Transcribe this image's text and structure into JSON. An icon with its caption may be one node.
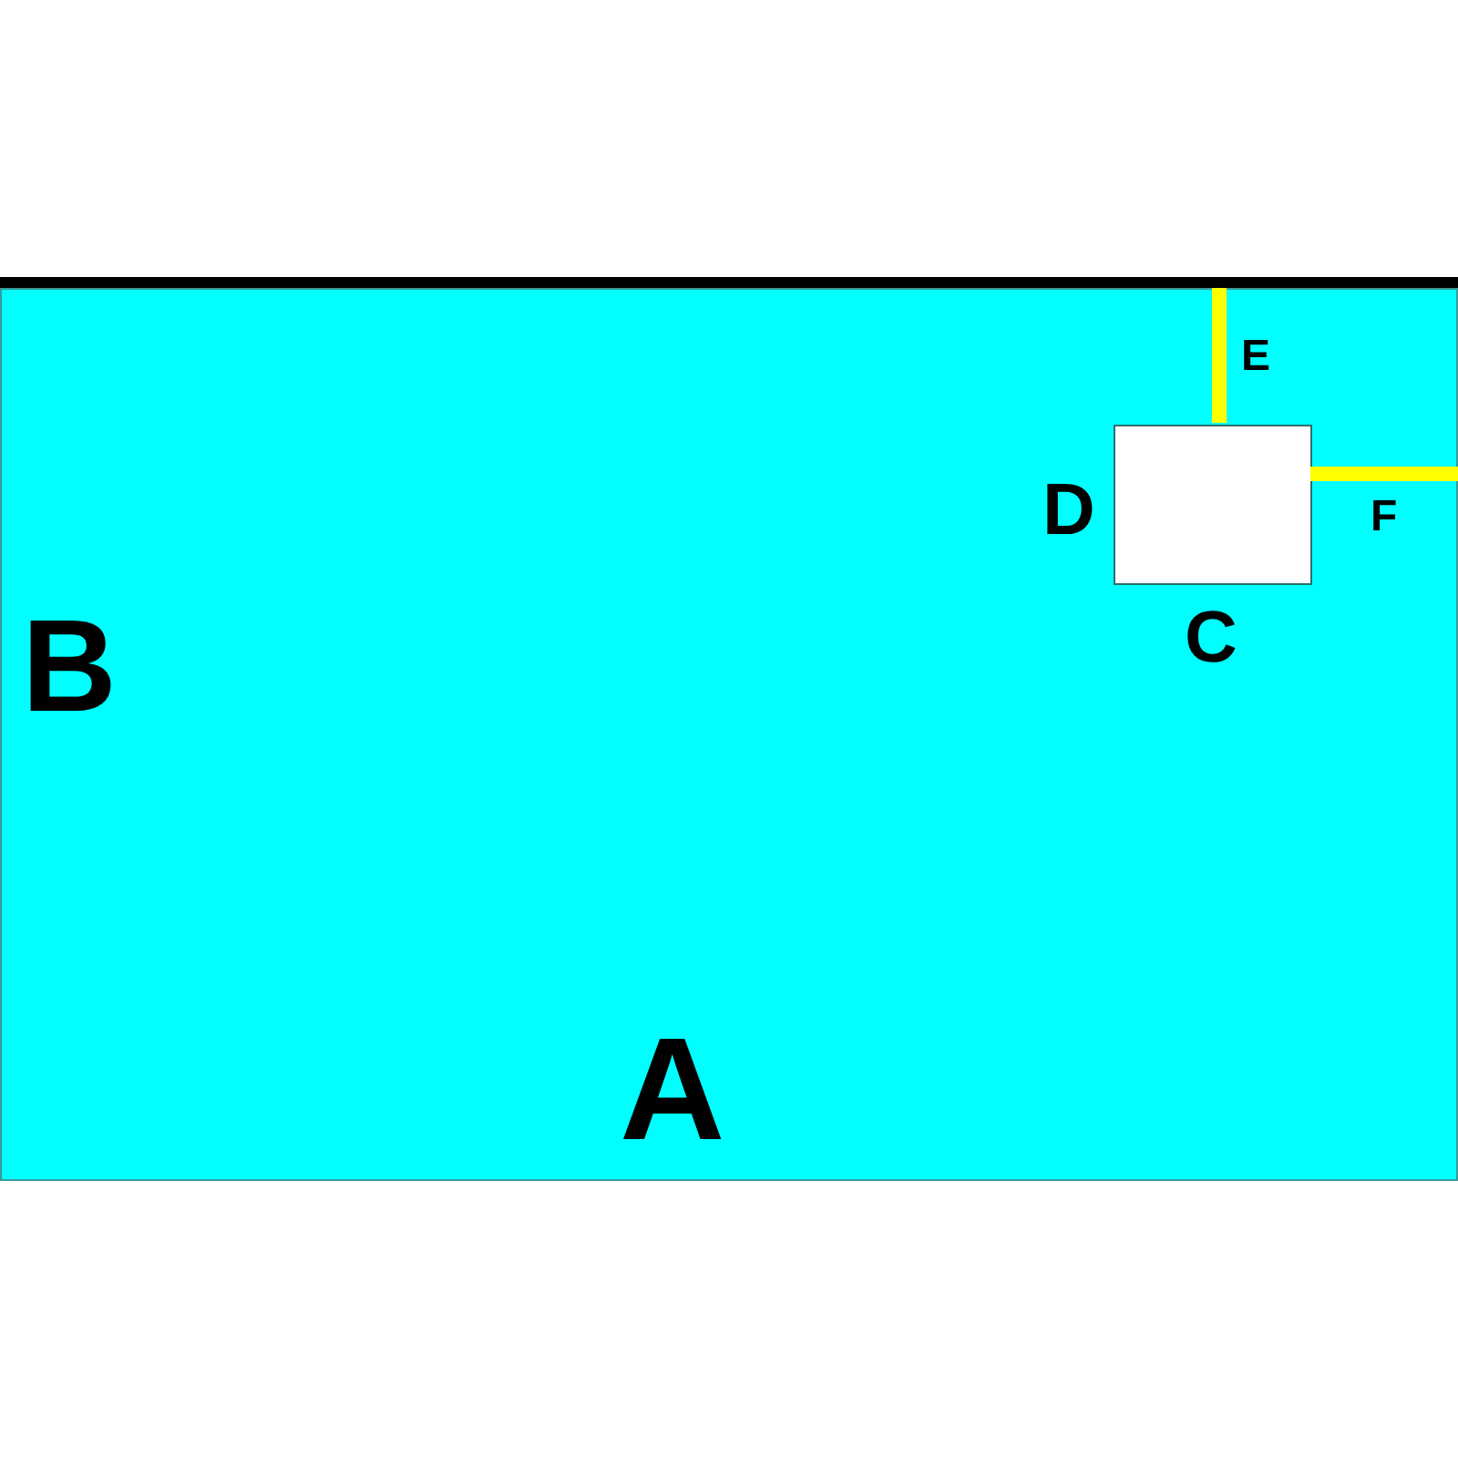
{
  "diagram": {
    "nodes": [
      {
        "text": [
          "A",
          "B"
        ]
      },
      {
        "text": [],
        "shape": "box",
        "in": 0,
        "beside": [
          "D",
          "C"
        ]
      }
    ],
    "edges": [
      {
        "from": 1,
        "to": 0,
        "arrow": "none",
        "label": "E"
      },
      {
        "from": 1,
        "to": 0,
        "arrow": "none",
        "label": "F"
      }
    ]
  }
}
